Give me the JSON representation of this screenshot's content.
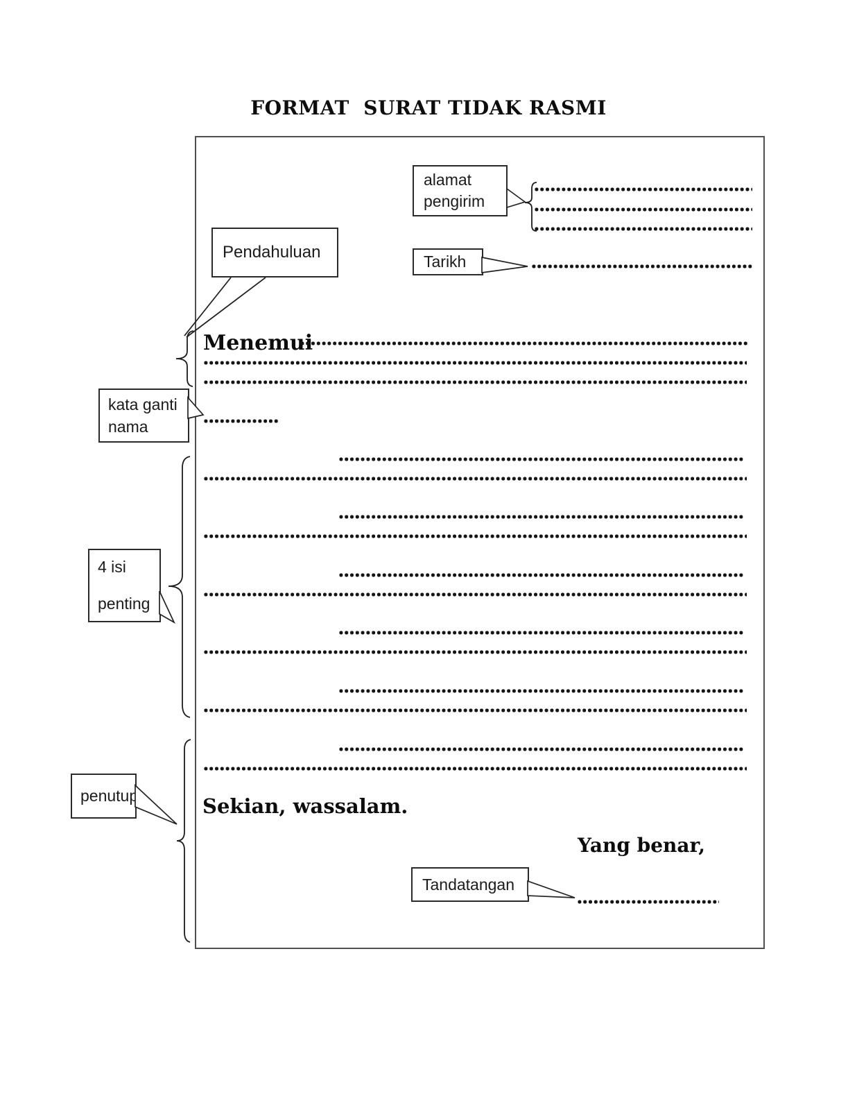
{
  "title": "FORMAT  SURAT TIDAK RASMI",
  "callouts": {
    "alamat_pengirim": {
      "lines": [
        "alamat",
        "pengirim"
      ]
    },
    "pendahuluan": {
      "lines": [
        "Pendahuluan"
      ]
    },
    "tarikh": {
      "lines": [
        "Tarikh"
      ]
    },
    "kata_ganti_nama": {
      "lines": [
        "kata ganti",
        "nama"
      ]
    },
    "isi_penting": {
      "lines": [
        "4 isi",
        "penting"
      ]
    },
    "penutup": {
      "lines": [
        "penutup"
      ]
    },
    "tandatangan": {
      "lines": [
        "Tandatangan"
      ]
    }
  },
  "letter": {
    "salutation_word": "Menemui",
    "closing_phrase": "Sekian, wassalam.",
    "signoff_phrase": "Yang benar,"
  },
  "placeholders": {
    "sender_address_dotted_lines": 3,
    "date_dotted_lines": 1,
    "introduction_dotted_lines": 3,
    "pronoun_short_dotted_lines": 1,
    "body_paragraph_pairs": 5,
    "closing_paragraph_pairs": 1,
    "signature_dotted_lines": 1
  },
  "colors": {
    "ink": "#141414",
    "frame_border": "#4f4f4f",
    "callout_border": "#2b2b2b",
    "background": "#ffffff"
  }
}
